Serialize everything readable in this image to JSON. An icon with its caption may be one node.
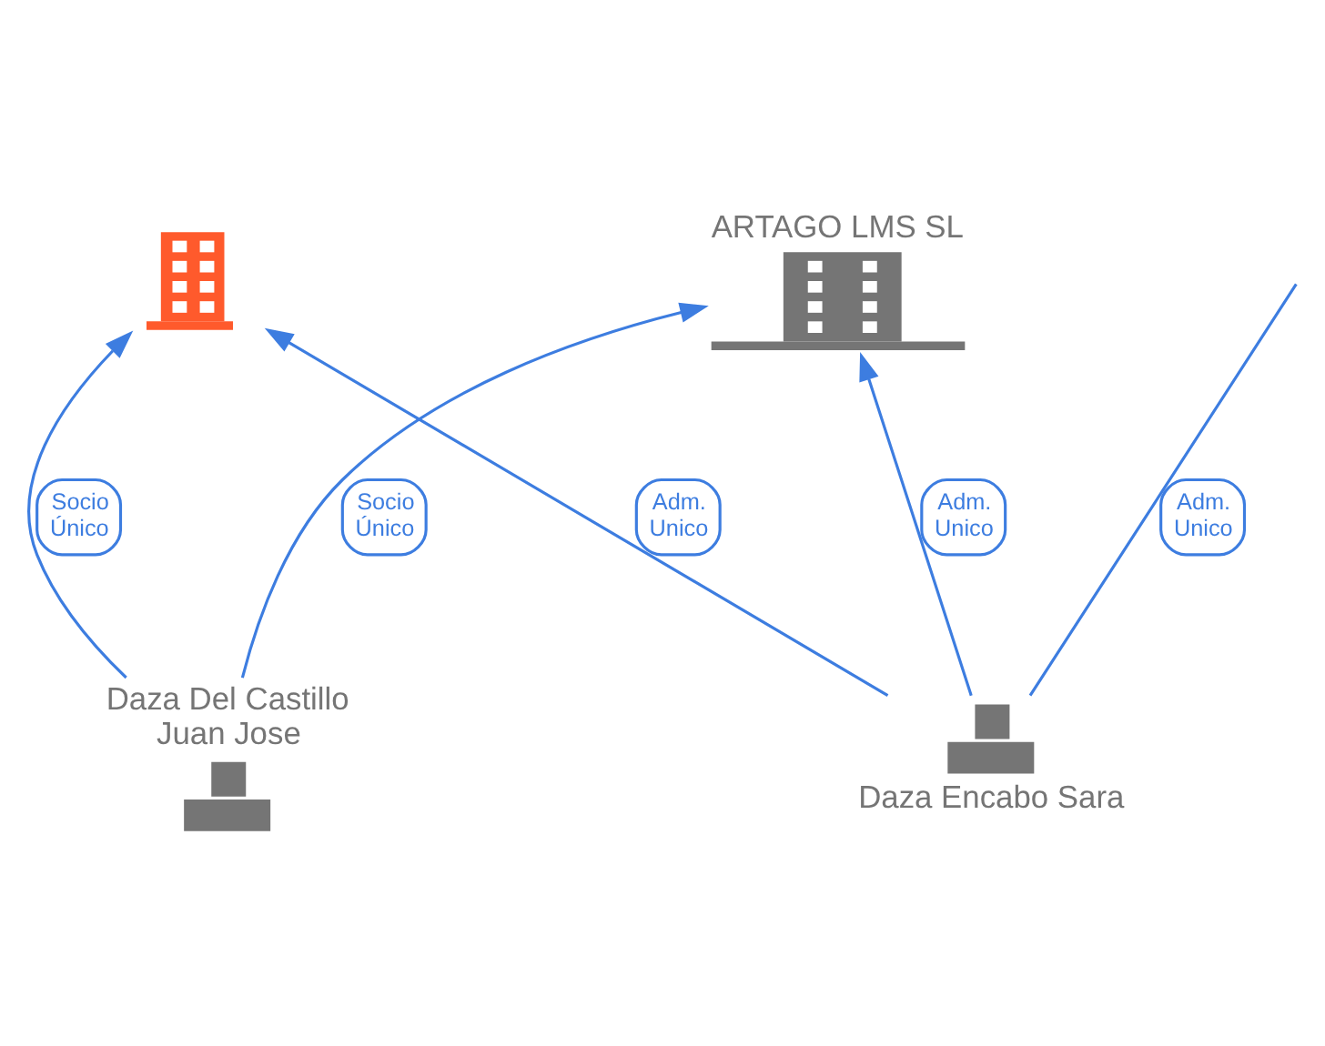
{
  "diagram": {
    "nodes": [
      {
        "text": [],
        "shape": "picture"
      },
      {
        "text": [
          "Daza Del Castillo Juan Jose"
        ]
      },
      {
        "text": [
          "ARTAGO LMS SL"
        ]
      },
      {
        "text": [
          "Daza Encabo Sara"
        ]
      }
    ],
    "edges": [
      {
        "from": 1,
        "to": 0,
        "arrow": "to",
        "label": "Socio Único"
      },
      {
        "from": 1,
        "to": 2,
        "arrow": "to",
        "label": "Socio Único"
      },
      {
        "from": 3,
        "to": 0,
        "arrow": "to",
        "label": "Adm. Unico"
      },
      {
        "from": 3,
        "to": 2,
        "arrow": "to",
        "label": "Adm. Unico"
      },
      {
        "from": 3,
        "to": null,
        "arrow": "none",
        "label": "Adm. Unico"
      }
    ]
  }
}
